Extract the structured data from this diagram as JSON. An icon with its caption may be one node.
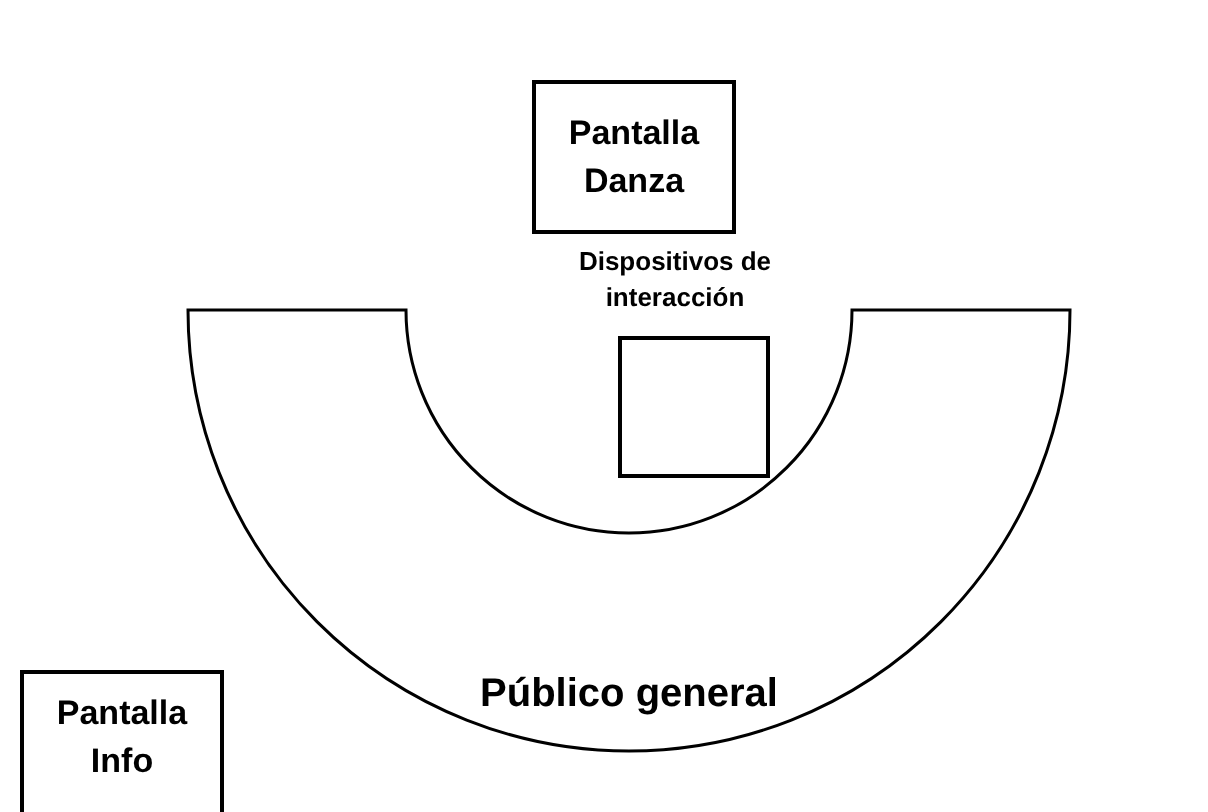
{
  "diagram": {
    "nodes": [
      {
        "text": [
          "Pantalla Danza"
        ]
      },
      {
        "text": [
          "Dispositivos de interacción"
        ]
      },
      {
        "text": [
          "Público general"
        ]
      },
      {
        "text": [
          "Pantalla Info"
        ]
      }
    ]
  }
}
